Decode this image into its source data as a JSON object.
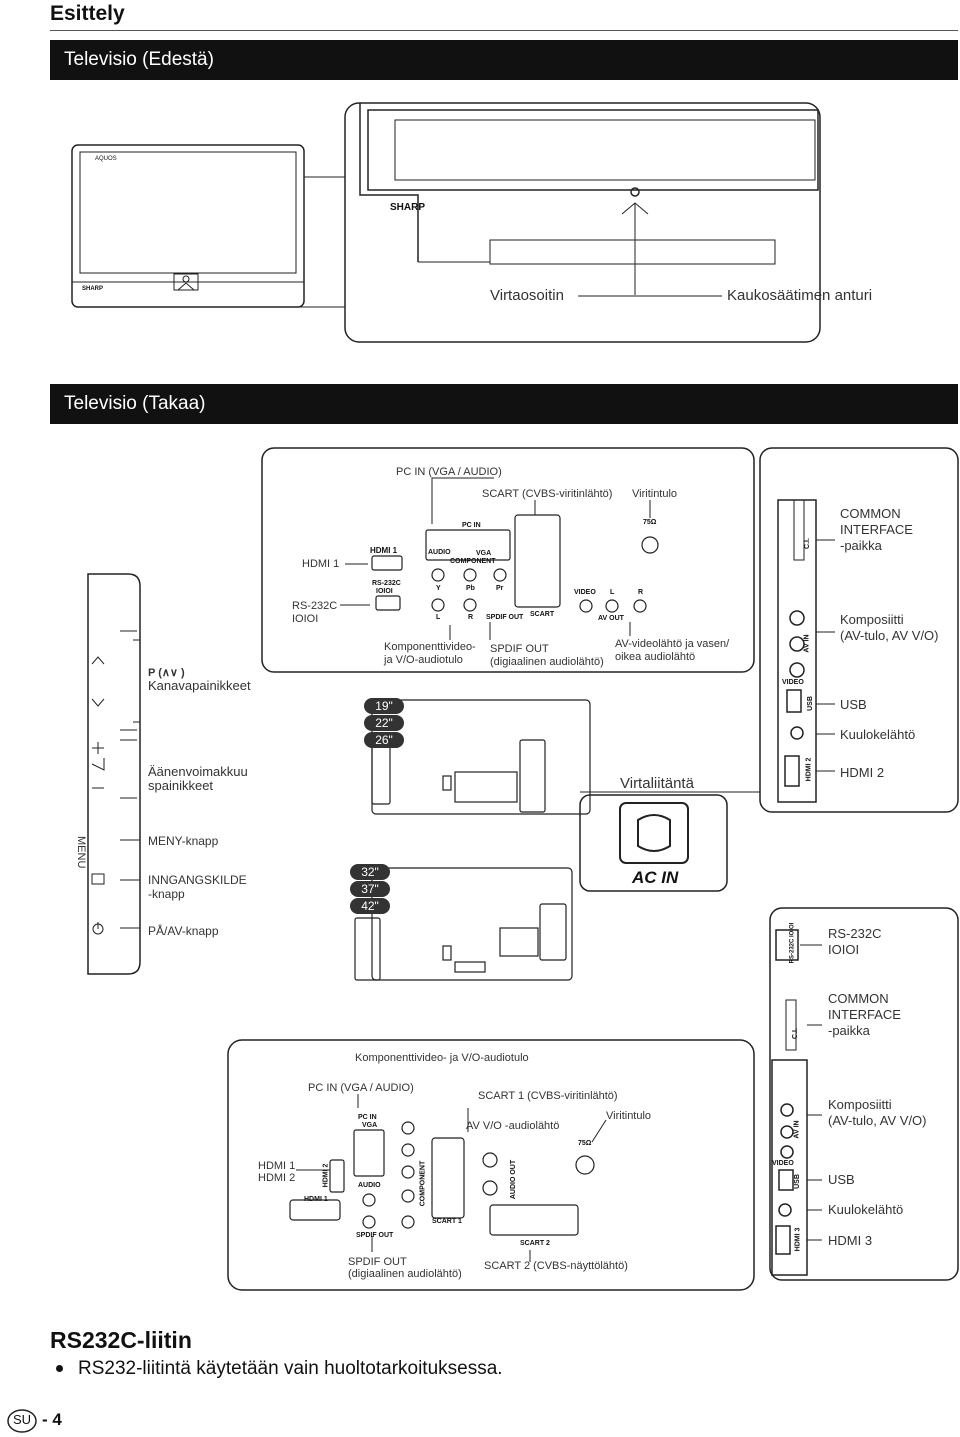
{
  "page": {
    "section_title": "Esittely",
    "front_header": "Televisio (Edestä)",
    "back_header": "Televisio (Takaa)",
    "footer_heading": "RS232C-liitin",
    "footer_bullet": "RS232-liitintä käytetään vain huoltotarkoituksessa.",
    "page_badge": "SU",
    "page_number": "- 4"
  },
  "front": {
    "brand_small": "SHARP",
    "brand_large": "SHARP",
    "model_small": "AQUOS",
    "power_led_label": "Virtaosoitin",
    "remote_sensor_label": "Kaukosäätimen anturi"
  },
  "side_panel": {
    "p_label": "P (∧∨ )",
    "channel_buttons": "Kanavapainikkeet",
    "volume_buttons_1": "Äänenvoimakkuu",
    "volume_buttons_2": "spainikkeet",
    "menu_button": "MENY-knapp",
    "input_button_1": "INNGANGSKILDE",
    "input_button_2": "-knapp",
    "power_button": "PÅ/AV-knapp",
    "icon_menu": "MENU"
  },
  "sizes_top": [
    "19\"",
    "22\"",
    "26\""
  ],
  "sizes_bottom": [
    "32\"",
    "37\"",
    "42\""
  ],
  "panel_small": {
    "pc_in_vga_audio": "PC IN (VGA / AUDIO)",
    "scart_cvbs": "SCART (CVBS-viritinlähtö)",
    "tuner": "Viritintulo",
    "hdmi1": "HDMI 1",
    "rs232c": "RS-232C",
    "rs232c_sym": "IOIOI",
    "component_1": "Komponenttivideo-",
    "component_2": "ja V/O-audiotulo",
    "spdif_1": "SPDIF OUT",
    "spdif_2": "(digiaalinen audiolähtö)",
    "av_out_1": "AV-videolähtö ja vasen/",
    "av_out_2": "oikea audiolähtö",
    "port_pc_in": "PC IN",
    "port_audio": "AUDIO",
    "port_vga": "VGA",
    "port_component": "COMPONENT",
    "port_y": "Y",
    "port_pb": "Pb",
    "port_pr": "Pr",
    "port_l": "L",
    "port_r": "R",
    "port_spdif": "SPDIF OUT",
    "port_scart": "SCART",
    "port_video": "VIDEO",
    "port_av_out": "AV OUT",
    "port_75": "75Ω",
    "port_rs232c": "RS-232C",
    "port_ioioi": "IOIOI",
    "port_hdmi": "HDMI 1"
  },
  "side_conn_top": {
    "common_1": "COMMON",
    "common_2": "INTERFACE",
    "common_3": "-paikka",
    "composite_1": "Komposiitti",
    "composite_2": "(AV-tulo, AV V/O)",
    "usb": "USB",
    "headphone": "Kuulokelähtö",
    "hdmi2": "HDMI 2",
    "port_ci": "C.I.",
    "port_av_in": "AV IN",
    "port_video": "VIDEO",
    "port_usb": "USB",
    "port_hdmi2": "HDMI 2"
  },
  "ac": {
    "label": "Virtaliitäntä",
    "ac_in": "AC IN"
  },
  "side_conn_bottom": {
    "rs232c": "RS-232C",
    "rs232c_sym": "IOIOI",
    "common_1": "COMMON",
    "common_2": "INTERFACE",
    "common_3": "-paikka",
    "composite_1": "Komposiitti",
    "composite_2": "(AV-tulo, AV V/O)",
    "usb": "USB",
    "headphone": "Kuulokelähtö",
    "hdmi3": "HDMI 3",
    "port_rs232c": "RS-232C IOIOI",
    "port_ci": "C.I.",
    "port_av_in": "AV IN",
    "port_video": "VIDEO",
    "port_usb": "USB",
    "port_hdmi3": "HDMI 3"
  },
  "panel_large": {
    "component_title": "Komponenttivideo- ja V/O-audiotulo",
    "pc_in_vga_audio": "PC IN (VGA / AUDIO)",
    "scart1": "SCART 1 (CVBS-viritinlähtö)",
    "av_out": "AV V/O -audiolähtö",
    "tuner": "Viritintulo",
    "hdmi1": "HDMI 1",
    "hdmi2": "HDMI 2",
    "spdif_1": "SPDIF OUT",
    "spdif_2": "(digiaalinen audiolähtö)",
    "scart2": "SCART 2 (CVBS-näyttölähtö)",
    "port_pc_in": "PC IN",
    "port_vga": "VGA",
    "port_audio": "AUDIO",
    "port_component": "COMPONENT",
    "port_spdif": "SPDIF OUT",
    "port_scart1": "SCART 1",
    "port_scart2": "SCART 2",
    "port_audio_out": "AUDIO OUT",
    "port_75": "75Ω",
    "port_hdmi1": "HDMI 1",
    "port_hdmi2": "HDMI 2"
  }
}
